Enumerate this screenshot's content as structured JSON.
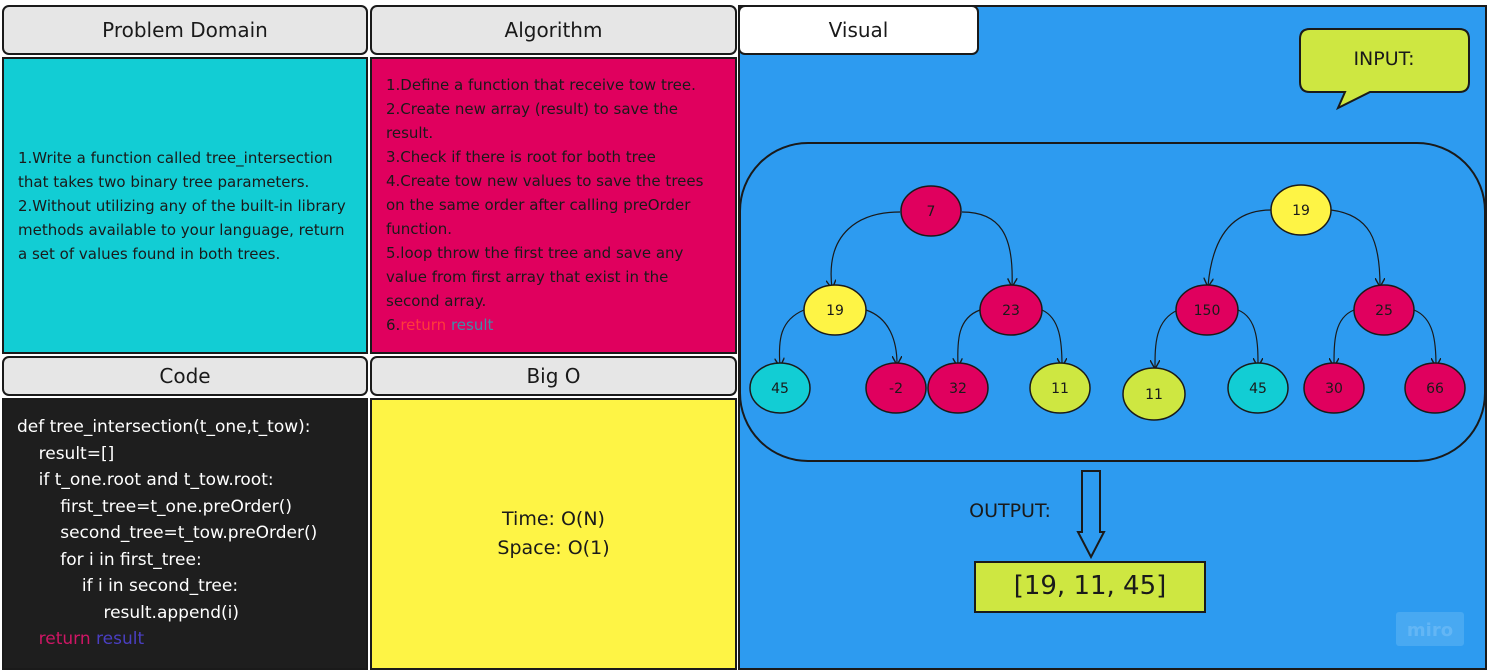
{
  "headers": {
    "problem_domain": "Problem Domain",
    "algorithm": "Algorithm",
    "visual": "Visual",
    "code": "Code",
    "big_o": "Big O"
  },
  "problem_domain": {
    "lines": [
      "1.Write a function called tree_intersection that takes two binary tree parameters.",
      "2.Without utilizing any of the built-in library methods available to your language, return a set of values found in both trees."
    ]
  },
  "algorithm": {
    "steps": [
      "1.Define a function that receive tow tree.",
      "2.Create new array (result) to save the result.",
      "3.Check if there is root for both tree",
      "4.Create tow new values to save the trees on the same order after calling preOrder function.",
      "5.loop throw the first tree and save any value from first array that exist in the second array."
    ],
    "step6_num": "6.",
    "step6_keyword": "return",
    "step6_value": "result"
  },
  "code": {
    "lines": [
      "def tree_intersection(t_one,t_tow):",
      "    result=[]",
      "    if t_one.root and t_tow.root:",
      "        first_tree=t_one.preOrder()",
      "        second_tree=t_tow.preOrder()",
      "        for i in first_tree:",
      "            if i in second_tree:",
      "                result.append(i)"
    ],
    "return_indent": "    ",
    "return_keyword": "return",
    "return_value": "result"
  },
  "big_o": {
    "time": "Time: O(N)",
    "space": "Space: O(1)"
  },
  "visual": {
    "input_label": "INPUT:",
    "output_label": "OUTPUT:",
    "output_value": "[19, 11, 45]",
    "watermark": "miro",
    "tree1": [
      "7",
      "19",
      "23",
      "45",
      "-2",
      "32",
      "11"
    ],
    "tree2": [
      "19",
      "150",
      "25",
      "11",
      "45",
      "30",
      "66"
    ]
  },
  "colors": {
    "cyan": "#12cdd4",
    "magenta": "#e0005e",
    "yellow": "#fef445",
    "lime": "#cee741",
    "blue": "#2d9bf0",
    "code_bg": "#1e1e1e"
  }
}
